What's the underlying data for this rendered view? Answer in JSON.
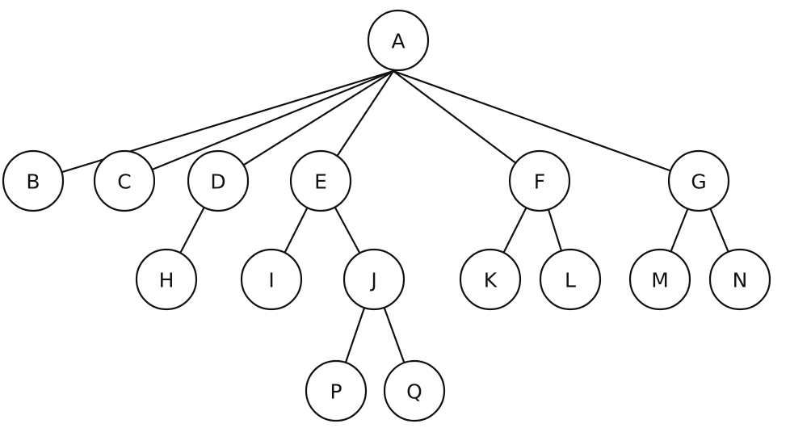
{
  "diagram": {
    "type": "tree",
    "nodes": [
      {
        "id": "A",
        "label": "A"
      },
      {
        "id": "B",
        "label": "B"
      },
      {
        "id": "C",
        "label": "C"
      },
      {
        "id": "D",
        "label": "D"
      },
      {
        "id": "E",
        "label": "E"
      },
      {
        "id": "F",
        "label": "F"
      },
      {
        "id": "G",
        "label": "G"
      },
      {
        "id": "H",
        "label": "H"
      },
      {
        "id": "I",
        "label": "I"
      },
      {
        "id": "J",
        "label": "J"
      },
      {
        "id": "K",
        "label": "K"
      },
      {
        "id": "L",
        "label": "L"
      },
      {
        "id": "M",
        "label": "M"
      },
      {
        "id": "N",
        "label": "N"
      },
      {
        "id": "P",
        "label": "P"
      },
      {
        "id": "Q",
        "label": "Q"
      }
    ],
    "edges": [
      {
        "from": "A",
        "to": "B"
      },
      {
        "from": "A",
        "to": "C"
      },
      {
        "from": "A",
        "to": "D"
      },
      {
        "from": "A",
        "to": "E"
      },
      {
        "from": "A",
        "to": "F"
      },
      {
        "from": "A",
        "to": "G"
      },
      {
        "from": "D",
        "to": "H"
      },
      {
        "from": "E",
        "to": "I"
      },
      {
        "from": "E",
        "to": "J"
      },
      {
        "from": "F",
        "to": "K"
      },
      {
        "from": "F",
        "to": "L"
      },
      {
        "from": "G",
        "to": "M"
      },
      {
        "from": "G",
        "to": "N"
      },
      {
        "from": "J",
        "to": "P"
      },
      {
        "from": "J",
        "to": "Q"
      }
    ],
    "colors": {
      "stroke": "#111111",
      "node_fill": "#ffffff",
      "background": "#ffffff"
    }
  }
}
